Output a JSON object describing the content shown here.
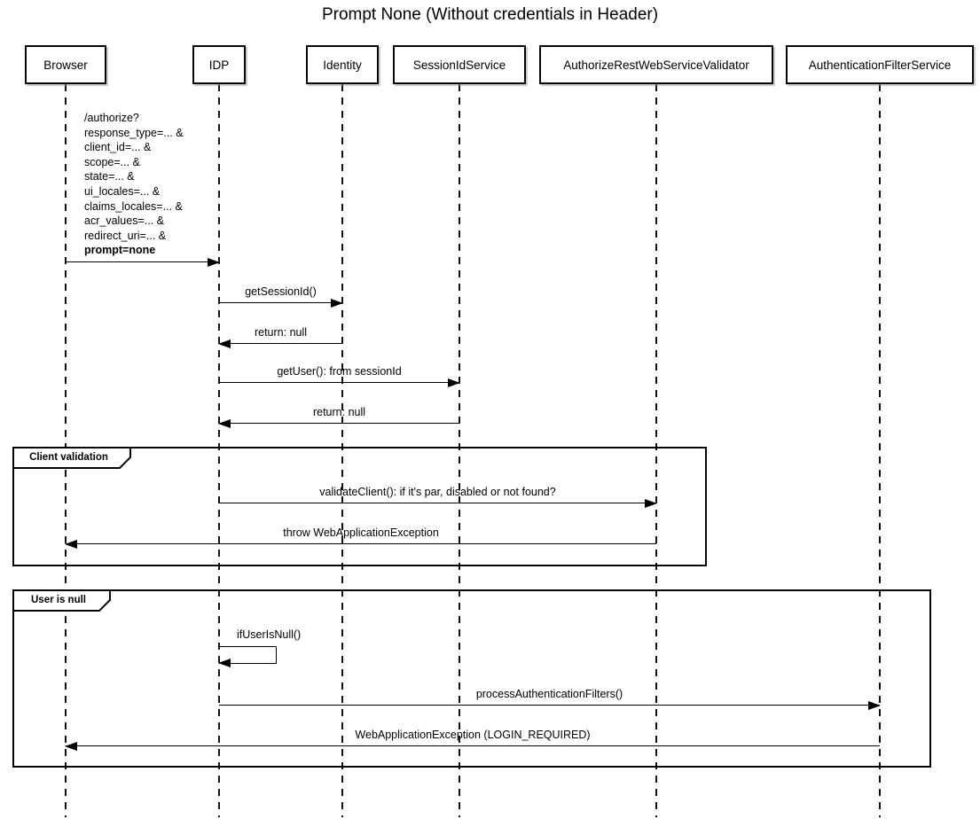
{
  "title": "Prompt None (Without credentials in Header)",
  "participants": [
    {
      "name": "Browser"
    },
    {
      "name": "IDP"
    },
    {
      "name": "Identity"
    },
    {
      "name": "SessionIdService"
    },
    {
      "name": "AuthorizeRestWebServiceValidator"
    },
    {
      "name": "AuthenticationFilterService"
    }
  ],
  "fragments": [
    {
      "label": "Client validation"
    },
    {
      "label": "User is null"
    }
  ],
  "messages": {
    "authorize_request": {
      "lines": [
        "/authorize?",
        "response_type=... &",
        "client_id=... &",
        "scope=... &",
        "state=... &",
        "ui_locales=... &",
        "claims_locales=... &",
        "acr_values=... &",
        "redirect_uri=... &"
      ],
      "prompt_line": "prompt=none"
    },
    "get_session_id": "getSessionId()",
    "return_null_identity": "return: null",
    "get_user": "getUser(): from sessionId",
    "return_null_session": "return: null",
    "validate_client": "validateClient(): if it's par, disabled or not found?",
    "throw_exception": "throw WebApplicationException",
    "if_user_is_null": "ifUserIsNull()",
    "process_auth_filters": "processAuthenticationFilters()",
    "login_required": "WebApplicationException (LOGIN_REQUIRED)"
  },
  "colors": {
    "line": "#000000",
    "background": "#ffffff"
  }
}
